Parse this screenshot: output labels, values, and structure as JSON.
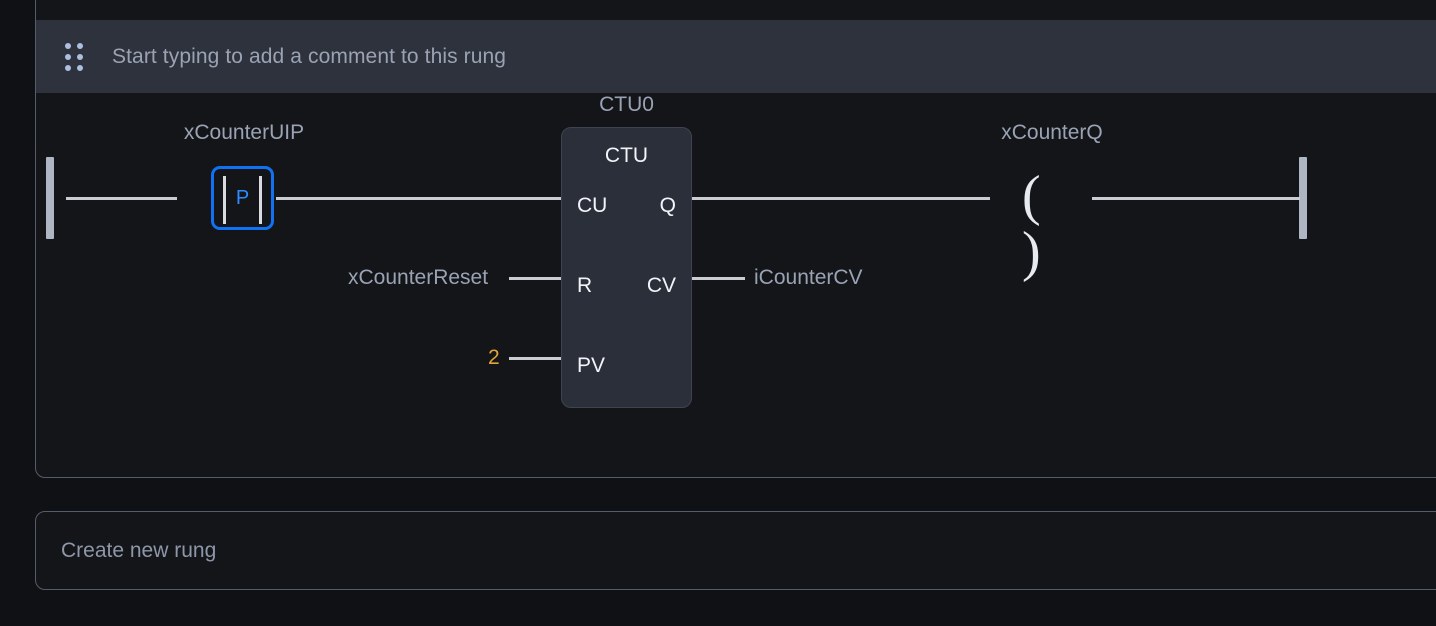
{
  "editor": {
    "background_color": "#101114",
    "wire_color": "#c9ccd3",
    "rail_color": "#aeb6c4",
    "selection_color": "#1271f3",
    "literal_color": "#e2a33a",
    "label_color": "#9aa3b4"
  },
  "rung": {
    "comment": {
      "placeholder": "Start typing to add a comment to this rung",
      "drag_handle_icon": "drag-handle-dots-icon",
      "background_color": "#2e323d"
    },
    "contact": {
      "operand": "xCounterUIP",
      "symbol": "P",
      "type": "rising-edge-contact",
      "selected": true
    },
    "function_block": {
      "instance_name": "CTU0",
      "type": "CTU",
      "inputs": [
        {
          "pin": "CU",
          "operand": ""
        },
        {
          "pin": "R",
          "operand": "xCounterReset"
        },
        {
          "pin": "PV",
          "operand": "2",
          "is_literal": true
        }
      ],
      "outputs": [
        {
          "pin": "Q",
          "operand": ""
        },
        {
          "pin": "CV",
          "operand": "iCounterCV"
        }
      ]
    },
    "coil": {
      "operand": "xCounterQ",
      "symbol": "( )",
      "type": "output-coil"
    }
  },
  "new_rung": {
    "label": "Create new rung"
  }
}
